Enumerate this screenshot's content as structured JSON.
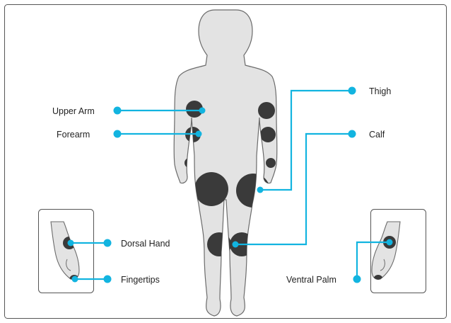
{
  "labels": {
    "upper_arm": "Upper Arm",
    "forearm": "Forearm",
    "thigh": "Thigh",
    "calf": "Calf",
    "dorsal_hand": "Dorsal Hand",
    "fingertips": "Fingertips",
    "ventral_palm": "Ventral Palm"
  },
  "colors": {
    "leader": "#12b4e0",
    "site": "#3a3a3a",
    "body_fill": "#e3e3e3",
    "outline": "#6b6b6b",
    "frame": "#555555"
  }
}
